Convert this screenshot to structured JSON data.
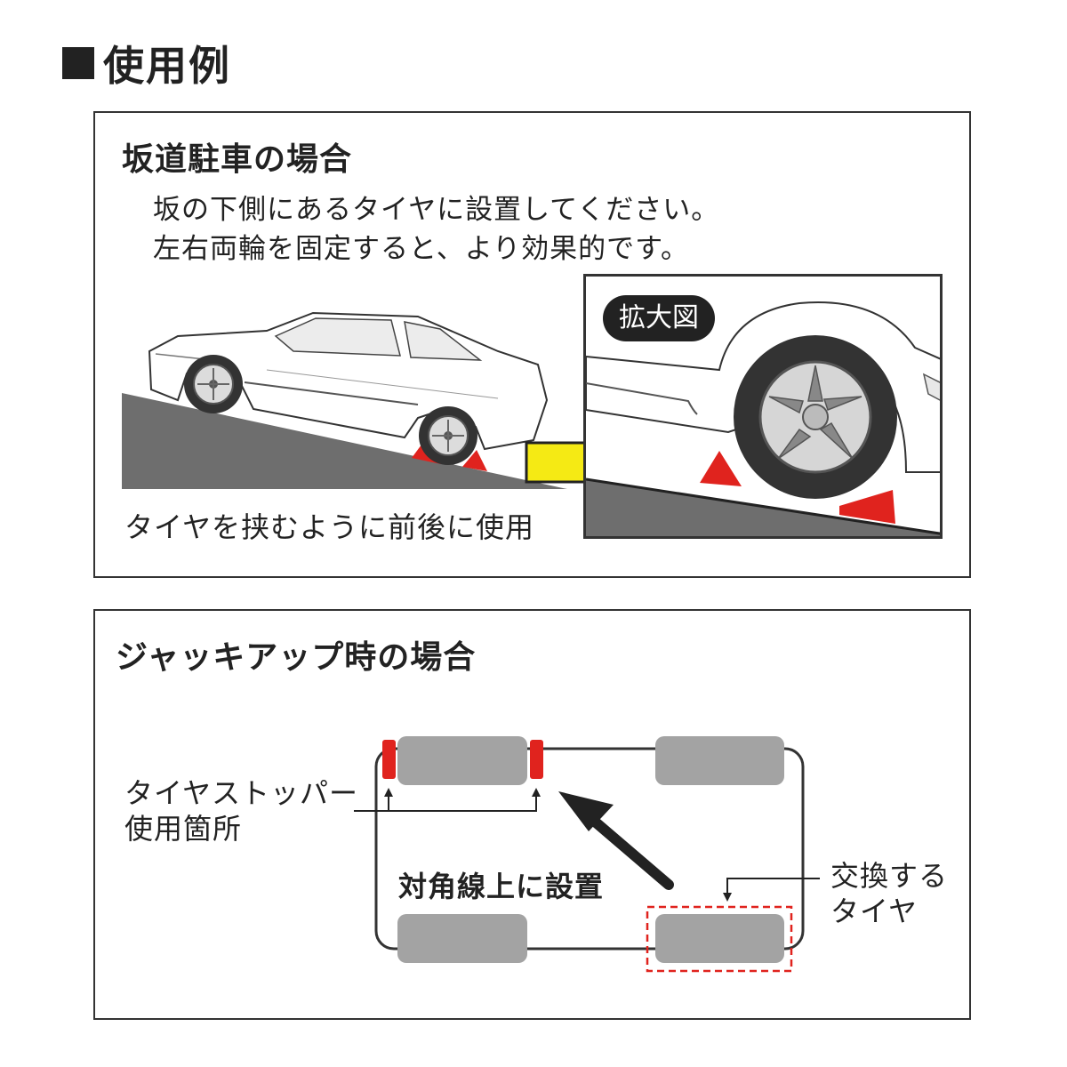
{
  "header": {
    "title": "使用例"
  },
  "slope_panel": {
    "title": "坂道駐車の場合",
    "instruction_line1": "坂の下側にあるタイヤに設置してください。",
    "instruction_line2": "左右両輪を固定すると、より効果的です。",
    "caption": "タイヤを挟むように前後に使用",
    "zoom_badge": "拡大図"
  },
  "jack_panel": {
    "title": "ジャッキアップ時の場合",
    "stopper_label_line1": "タイヤストッパー",
    "stopper_label_line2": "使用箇所",
    "diagonal_label": "対角線上に設置",
    "replace_label_line1": "交換する",
    "replace_label_line2": "タイヤ"
  },
  "colors": {
    "stopper_red": "#e0231e",
    "arrow_yellow": "#f5ea14",
    "tire_gray": "#a3a3a3",
    "ground_gray": "#6e6e6e"
  },
  "icons": [
    "square-bullet-icon",
    "car-illustration",
    "zoom-wheel-illustration",
    "yellow-arrow-icon",
    "diagonal-arrow-icon",
    "pointer-arrow-icon"
  ]
}
